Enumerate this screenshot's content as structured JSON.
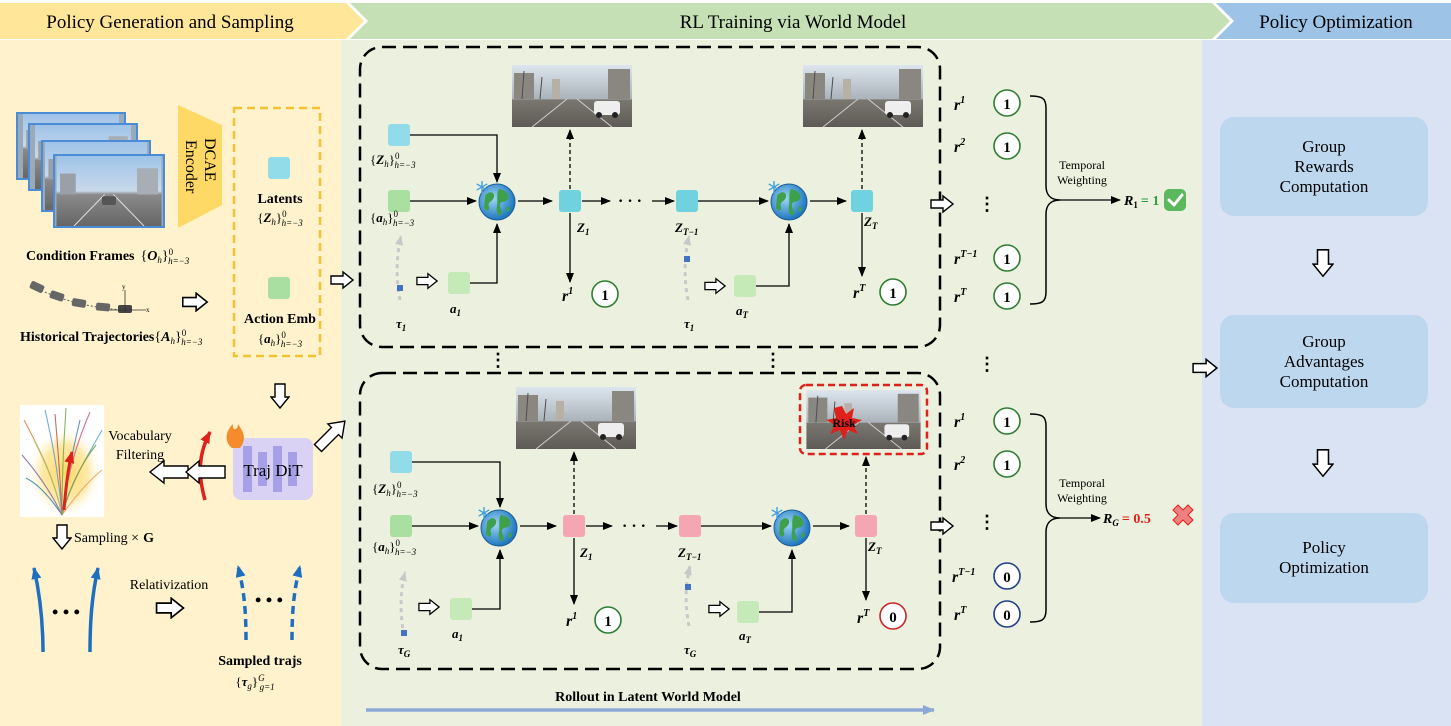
{
  "sections": {
    "policy_generation": "Policy Generation and Sampling",
    "rl_training": "RL Training via World Model",
    "policy_optimization": "Policy Optimization"
  },
  "left": {
    "encoder": "DCAE\nEncoder",
    "latents": "Latents",
    "action_emb": "Action Emb",
    "condition_frames": "Condition Frames",
    "historical_trajectories": "Historical Trajectories",
    "traj_dit": "Traj DiT",
    "vocabulary_filtering": [
      "Vocabulary",
      "Filtering"
    ],
    "sampling": "Sampling ×",
    "sampling_g": "G",
    "relativization": "Relativization",
    "sampled_trajs": "Sampled trajs",
    "dots": "• • •"
  },
  "middle": {
    "rollout_label": "Rollout in Latent World Model",
    "risk_label": "Risk",
    "dots": "· · ·",
    "top": {
      "reward_values": [
        "1",
        "1",
        "1",
        "1"
      ],
      "step_rewards": [
        "1",
        "1"
      ]
    },
    "bottom": {
      "reward_values": [
        "1",
        "1",
        "0",
        "0"
      ],
      "step_rewards": [
        "1",
        "0"
      ]
    }
  },
  "rewards": {
    "temporal_weighting": [
      "Temporal",
      "Weighting"
    ],
    "top_result": "= 1",
    "bottom_result": "= 0.5"
  },
  "right": {
    "group_rewards": [
      "Group",
      "Rewards",
      "Computation"
    ],
    "group_advantages": [
      "Group",
      "Advantages",
      "Computation"
    ],
    "policy_optimization": [
      "Policy",
      "Optimization"
    ]
  },
  "colors": {
    "left_bg": "#fff2cc",
    "middle_bg": "#ebf1de",
    "right_bg": "#dae3f3",
    "teal": "#92dcea",
    "pink": "#f4a6b2",
    "green": "#a9dfa0",
    "reward_green": "#2e9e3e",
    "reward_red": "#e0201a",
    "box_blue": "#bdd7ee"
  }
}
